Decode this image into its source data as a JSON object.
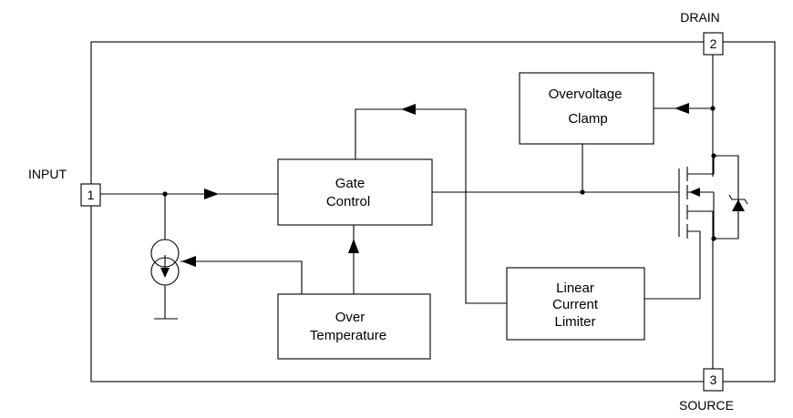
{
  "pins": {
    "drain": {
      "label": "DRAIN",
      "number": "2"
    },
    "input": {
      "label": "INPUT",
      "number": "1"
    },
    "source": {
      "label": "SOURCE",
      "number": "3"
    }
  },
  "blocks": {
    "overvoltage_clamp": {
      "line1": "Overvoltage",
      "line2": "Clamp"
    },
    "gate_control": {
      "line1": "Gate",
      "line2": "Control"
    },
    "linear_current_limiter": {
      "line1": "Linear",
      "line2": "Current",
      "line3": "Limiter"
    },
    "over_temperature": {
      "line1": "Over",
      "line2": "Temperature"
    }
  },
  "icons": {
    "current_source": "current-source-icon",
    "ground": "ground-icon",
    "mosfet": "mosfet-icon",
    "zener_diode": "zener-diode-icon"
  }
}
